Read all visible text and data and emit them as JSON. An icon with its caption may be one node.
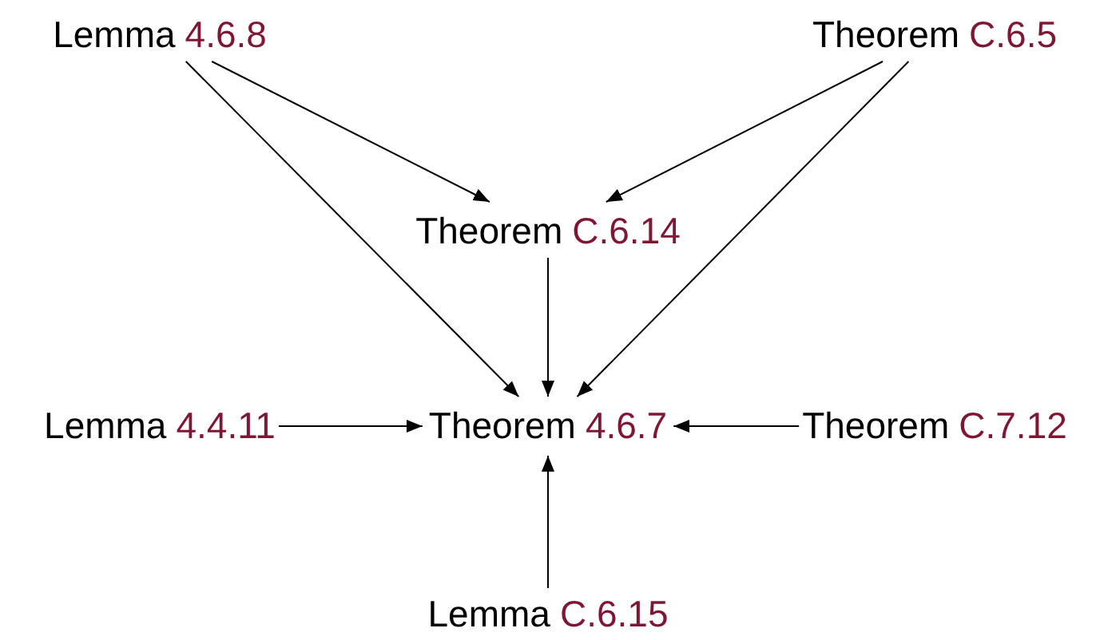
{
  "diagram": {
    "nodes": [
      {
        "text": [
          "Lemma",
          "4.6.8"
        ]
      },
      {
        "text": [
          "Theorem",
          "C.6.5"
        ]
      },
      {
        "text": [
          "Theorem",
          "C.6.14"
        ]
      },
      {
        "text": [
          "Lemma",
          "4.4.11"
        ]
      },
      {
        "text": [
          "Theorem",
          "4.6.7"
        ]
      },
      {
        "text": [
          "Theorem",
          "C.7.12"
        ]
      },
      {
        "text": [
          "Lemma",
          "C.6.15"
        ]
      }
    ],
    "edges": [
      {
        "from": 0,
        "to": 2,
        "arrow": "to"
      },
      {
        "from": 0,
        "to": 4,
        "arrow": "to"
      },
      {
        "from": 1,
        "to": 2,
        "arrow": "to"
      },
      {
        "from": 1,
        "to": 4,
        "arrow": "to"
      },
      {
        "from": 2,
        "to": 4,
        "arrow": "to"
      },
      {
        "from": 3,
        "to": 4,
        "arrow": "to"
      },
      {
        "from": 5,
        "to": 4,
        "arrow": "to"
      },
      {
        "from": 6,
        "to": 4,
        "arrow": "to"
      }
    ]
  }
}
